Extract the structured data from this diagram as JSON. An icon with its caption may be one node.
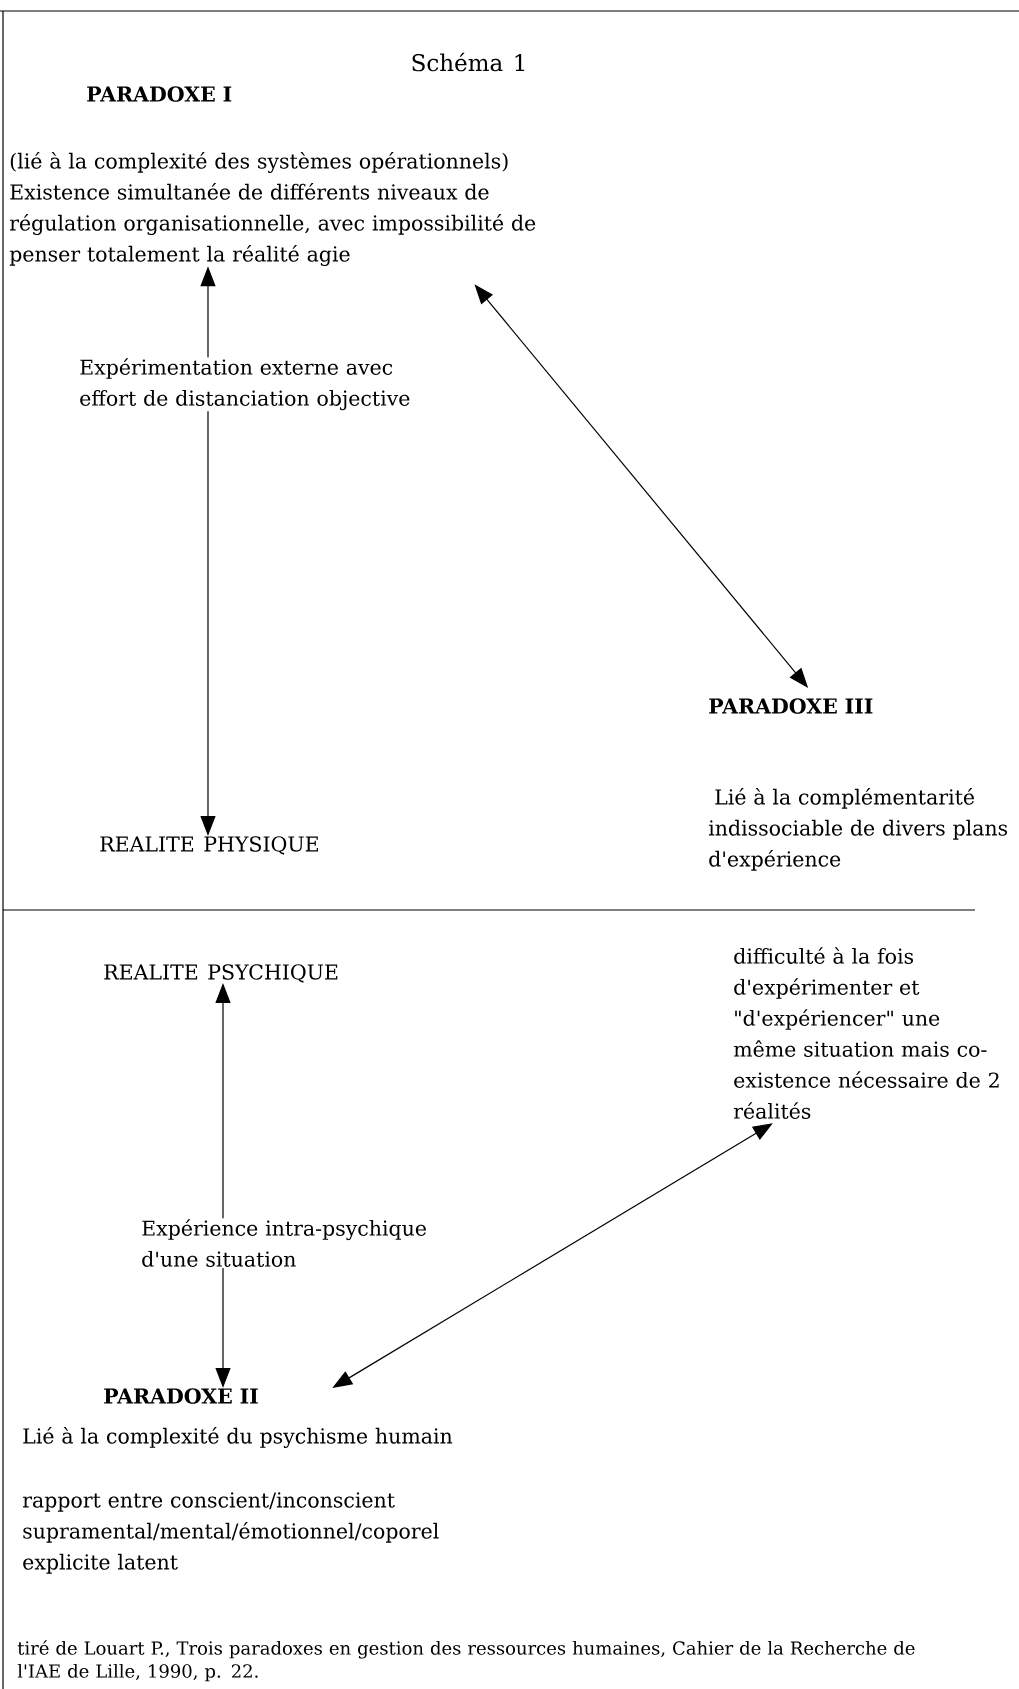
{
  "diagram": {
    "title": "Schéma 1",
    "caption": "tiré de Louart P., Trois paradoxes en gestion des ressources humaines, Cahier de la Recherche de l'IAE de Lille, 1990, p. 22.",
    "nodes": [
      {
        "text": [
          "PARADOXE I",
          "(lié à la complexité des systèmes opérationnels)",
          "Existence simultanée de différents niveaux de régulation organisationnelle, avec impossibilité de penser totalement la réalité agie"
        ]
      },
      {
        "text": [
          "REALITE PHYSIQUE"
        ]
      },
      {
        "text": [
          "PARADOXE III",
          "Lié à la complémentarité indissociable de divers plans d'expérience"
        ]
      },
      {
        "text": [
          "difficulté à la fois d'expérimenter et \"d'expériencer\" une même situation mais co-existence nécessaire de 2 réalités"
        ]
      },
      {
        "text": [
          "REALITE PSYCHIQUE"
        ]
      },
      {
        "text": [
          "PARADOXE II",
          "Lié à la complexité du psychisme humain",
          "rapport entre conscient/inconscient",
          "supramental/mental/émotionnel/coporel",
          "explicite latent"
        ]
      }
    ],
    "edges": [
      {
        "from": 0,
        "to": 1,
        "arrow": "both",
        "label": "Expérimentation externe avec effort de distanciation objective"
      },
      {
        "from": 0,
        "to": 2,
        "arrow": "both"
      },
      {
        "from": 4,
        "to": 5,
        "arrow": "both",
        "label": "Expérience intra-psychique d'une situation"
      },
      {
        "from": 5,
        "to": 3,
        "arrow": "both"
      }
    ]
  }
}
